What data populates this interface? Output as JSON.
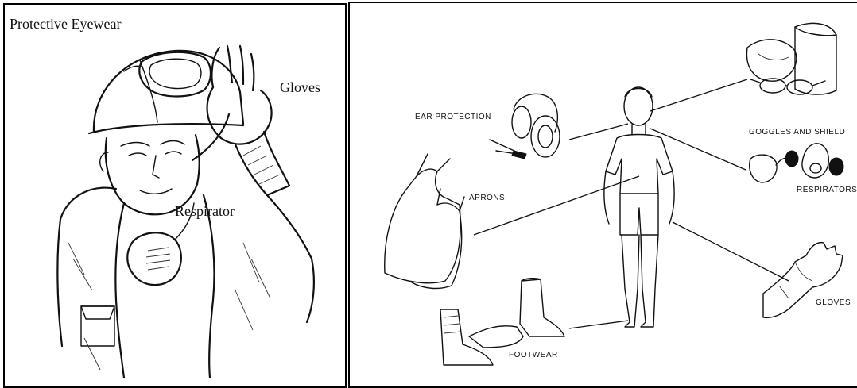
{
  "left": {
    "title": "Protective Eyewear",
    "gloves": "Gloves",
    "respirator": "Respirator"
  },
  "right": {
    "ear_protection": "EAR PROTECTION",
    "goggles_and_shields": "GOGGLES AND SHIELD",
    "respirators": "RESPIRATORS",
    "aprons": "APRONS",
    "gloves": "GLOVES",
    "footwear": "FOOTWEAR"
  }
}
